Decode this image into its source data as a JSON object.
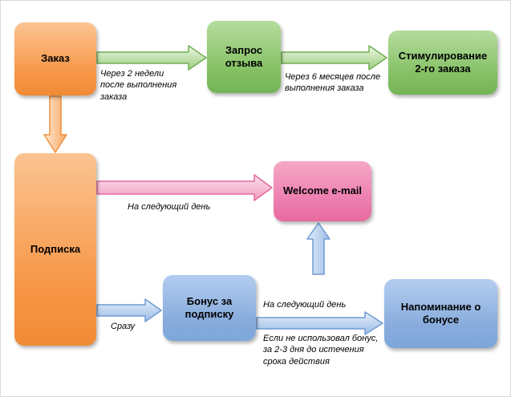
{
  "diagram": {
    "nodes": {
      "order": {
        "label": "Заказ"
      },
      "review_request": {
        "label": "Запрос отзыва"
      },
      "second_order": {
        "label": "Стимулирование 2-го заказа"
      },
      "subscription": {
        "label": "Подписка"
      },
      "welcome_email": {
        "label": "Welcome e-mail"
      },
      "bonus": {
        "label": "Бонус за подписку"
      },
      "bonus_reminder": {
        "label": "Напоминание о бонусе"
      }
    },
    "edge_labels": {
      "order_to_review": "Через 2 недели после выполнения заказа",
      "review_to_second_order": "Через 6 месяцев после выполнения заказа",
      "subscription_to_welcome": "На следующий день",
      "subscription_to_bonus": "Сразу",
      "bonus_to_welcome": "На следующий день",
      "bonus_to_reminder": "Если не использовал бонус, за 2-3 дня до истечения срока действия"
    },
    "colors": {
      "orange": "#f79646",
      "green": "#77b35c",
      "pink": "#e86a9d",
      "blue": "#7da7d9"
    }
  }
}
